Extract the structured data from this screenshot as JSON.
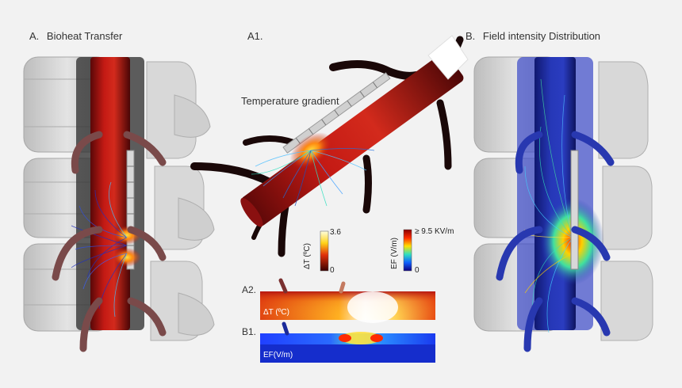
{
  "panels": {
    "a": {
      "letter": "A.",
      "title": "Bioheat Transfer"
    },
    "a1": {
      "letter": "A1.",
      "annotation": "Temperature gradient"
    },
    "b": {
      "letter": "B.",
      "title": "Field intensity Distribution"
    },
    "a2": {
      "letter": "A2.",
      "caption": "ΔT (ºC)"
    },
    "b1": {
      "letter": "B1.",
      "caption": "EF(V/m)"
    }
  },
  "colorbars": {
    "temperature": {
      "label": "ΔT (ºC)",
      "max": "3.6",
      "min": "0"
    },
    "field": {
      "label": "EF (V/m)",
      "max": "≥ 9.5 KV/m",
      "min": "0"
    }
  },
  "colors": {
    "background": "#f2f2f2",
    "cord_red": "#b01010",
    "field_blue": "#1a2a9a",
    "bone_gray": "#c8c8c8"
  }
}
